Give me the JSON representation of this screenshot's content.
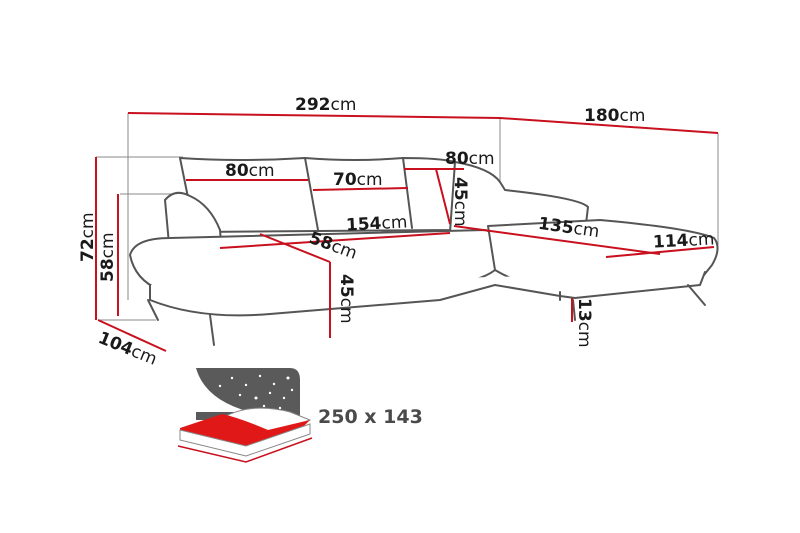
{
  "diagram": {
    "subject": "L-shaped corner sofa with chaise, dimension drawing",
    "colors": {
      "outline": "#555555",
      "dimension_line": "#c8101e",
      "text": "#1a1a1a",
      "bed_dark": "#5a5a5a",
      "bed_red": "#e01818"
    },
    "unit": "cm",
    "dimensions": {
      "total_width": {
        "value": "292",
        "unit": "cm"
      },
      "chaise_depth": {
        "value": "180",
        "unit": "cm"
      },
      "cushion_left_width": {
        "value": "80",
        "unit": "cm"
      },
      "cushion_middle_width": {
        "value": "70",
        "unit": "cm"
      },
      "cushion_right_width": {
        "value": "80",
        "unit": "cm"
      },
      "cushion_right_height": {
        "value": "45",
        "unit": "cm"
      },
      "seat_width": {
        "value": "154",
        "unit": "cm"
      },
      "seat_depth": {
        "value": "58",
        "unit": "cm"
      },
      "seat_height": {
        "value": "45",
        "unit": "cm"
      },
      "chaise_length": {
        "value": "135",
        "unit": "cm"
      },
      "chaise_width": {
        "value": "114",
        "unit": "cm"
      },
      "leg_height": {
        "value": "13",
        "unit": "cm"
      },
      "total_height": {
        "value": "72",
        "unit": "cm"
      },
      "arm_height": {
        "value": "58",
        "unit": "cm"
      },
      "total_depth": {
        "value": "104",
        "unit": "cm"
      }
    },
    "bed": {
      "icon": "sleeping-bed-icon",
      "size_label": "250 x 143"
    }
  }
}
